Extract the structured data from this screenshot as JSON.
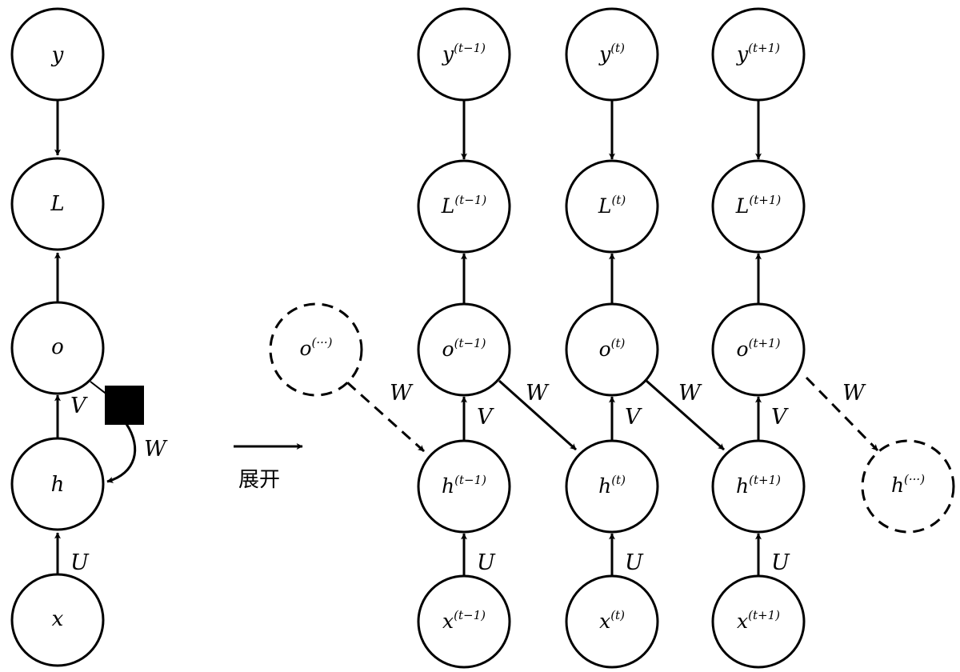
{
  "folded": {
    "nodes": {
      "y": {
        "base": "y"
      },
      "L": {
        "base": "L"
      },
      "o": {
        "base": "o"
      },
      "h": {
        "base": "h"
      },
      "x": {
        "base": "x"
      }
    },
    "edge_labels": {
      "V": "V",
      "W": "W",
      "U": "U"
    }
  },
  "unfold_label": "展开",
  "unfolded": {
    "columns": [
      {
        "y": {
          "base": "y",
          "sup": "(t−1)"
        },
        "L": {
          "base": "L",
          "sup": "(t−1)"
        },
        "o": {
          "base": "o",
          "sup": "(t−1)"
        },
        "h": {
          "base": "h",
          "sup": "(t−1)"
        },
        "x": {
          "base": "x",
          "sup": "(t−1)"
        },
        "V": "V",
        "U": "U",
        "W": "W"
      },
      {
        "y": {
          "base": "y",
          "sup": "(t)"
        },
        "L": {
          "base": "L",
          "sup": "(t)"
        },
        "o": {
          "base": "o",
          "sup": "(t)"
        },
        "h": {
          "base": "h",
          "sup": "(t)"
        },
        "x": {
          "base": "x",
          "sup": "(t)"
        },
        "V": "V",
        "U": "U",
        "W": "W"
      },
      {
        "y": {
          "base": "y",
          "sup": "(t+1)"
        },
        "L": {
          "base": "L",
          "sup": "(t+1)"
        },
        "o": {
          "base": "o",
          "sup": "(t+1)"
        },
        "h": {
          "base": "h",
          "sup": "(t+1)"
        },
        "x": {
          "base": "x",
          "sup": "(t+1)"
        },
        "V": "V",
        "U": "U",
        "W": "W"
      }
    ],
    "dashed_in": {
      "base": "o",
      "sup": "(···)",
      "W": "W"
    },
    "dashed_out": {
      "base": "h",
      "sup": "(···)"
    }
  }
}
